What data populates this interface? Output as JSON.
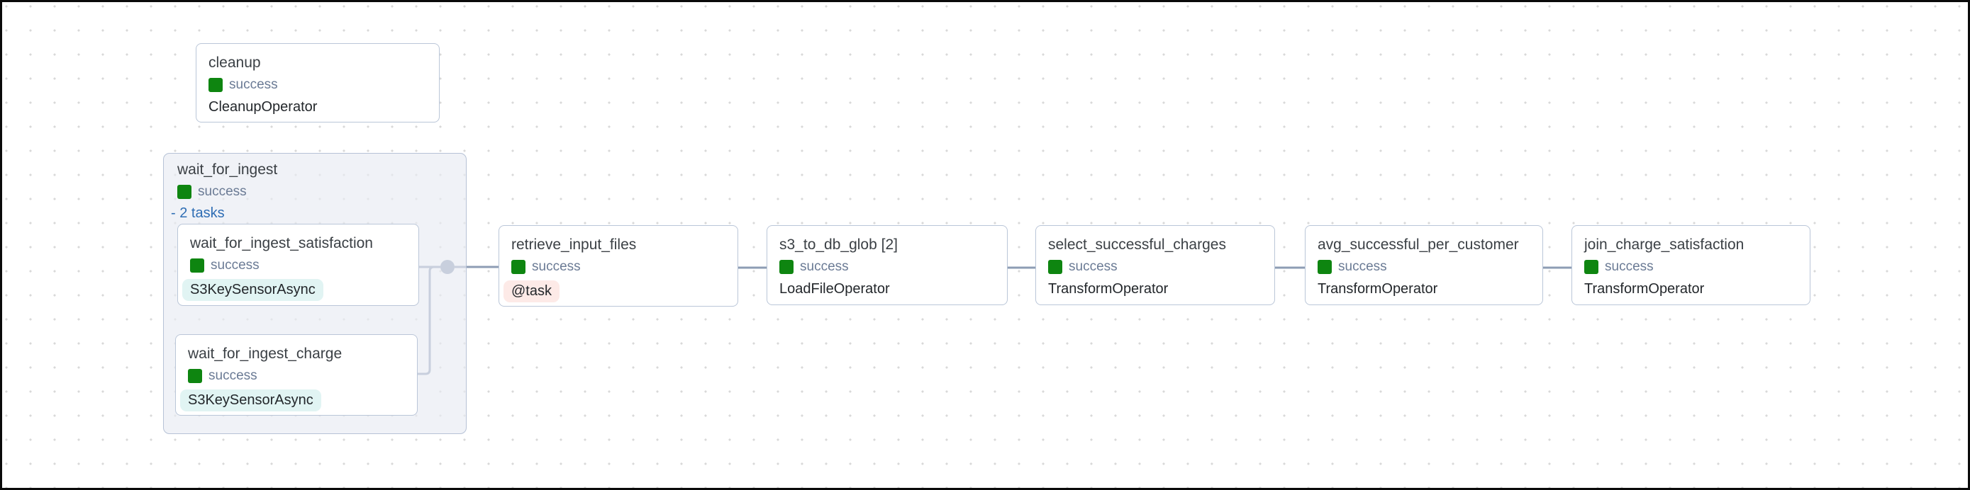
{
  "app": {
    "view": "dag-graph"
  },
  "colors": {
    "success_green": "#0e8510",
    "link_blue": "#2e6db4",
    "edge_gray": "#8d9cb4",
    "node_border": "#bac6d8",
    "group_background": "#e8ebf2",
    "teal_badge_background": "#e1f4f3",
    "pink_badge_background": "#fdeae7"
  },
  "group": {
    "title": "wait_for_ingest",
    "status": "success",
    "toggle_label": "- 2 tasks"
  },
  "nodes": [
    {
      "title": "cleanup",
      "status": "success",
      "operator": "CleanupOperator"
    },
    {
      "title": "wait_for_ingest_satisfaction",
      "status": "success",
      "operator": "S3KeySensorAsync"
    },
    {
      "title": "wait_for_ingest_charge",
      "status": "success",
      "operator": "S3KeySensorAsync"
    },
    {
      "title": "retrieve_input_files",
      "status": "success",
      "operator": "@task"
    },
    {
      "title": "s3_to_db_glob [2]",
      "status": "success",
      "operator": "LoadFileOperator"
    },
    {
      "title": "select_successful_charges",
      "status": "success",
      "operator": "TransformOperator"
    },
    {
      "title": "avg_successful_per_customer",
      "status": "success",
      "operator": "TransformOperator"
    },
    {
      "title": "join_charge_satisfaction",
      "status": "success",
      "operator": "TransformOperator"
    }
  ]
}
